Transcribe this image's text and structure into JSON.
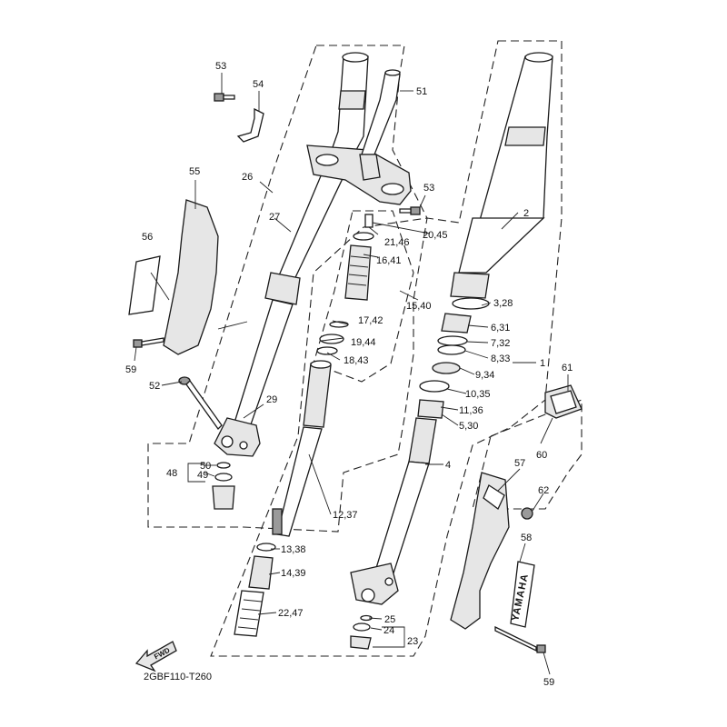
{
  "diagram_code": "2GBF110-T260",
  "fwd_label": "FWD",
  "brand_text": "YAMAHA",
  "callouts": {
    "c1": "1",
    "c2": "2",
    "c3_28": "3,28",
    "c4": "4",
    "c5_30": "5,30",
    "c6_31": "6,31",
    "c7_32": "7,32",
    "c8_33": "8,33",
    "c9_34": "9,34",
    "c10_35": "10,35",
    "c11_36": "11,36",
    "c12_37": "12,37",
    "c13_38": "13,38",
    "c14_39": "14,39",
    "c15_40": "15,40",
    "c16_41": "16,41",
    "c17_42": "17,42",
    "c18_43": "18,43",
    "c19_44": "19,44",
    "c20_45": "20,45",
    "c21_46": "21,46",
    "c22_47": "22,47",
    "c23": "23",
    "c24": "24",
    "c25": "25",
    "c26": "26",
    "c27": "27",
    "c29": "29",
    "c48": "48",
    "c49": "49",
    "c50": "50",
    "c51": "51",
    "c52": "52",
    "c53a": "53",
    "c53b": "53",
    "c54": "54",
    "c55": "55",
    "c56": "56",
    "c57": "57",
    "c58": "58",
    "c59a": "59",
    "c59b": "59",
    "c60": "60",
    "c61": "61",
    "c62": "62"
  },
  "colors": {
    "line": "#1a1a1a",
    "shade": "#e6e6e6",
    "dark": "#9a9a9a",
    "background": "#ffffff"
  }
}
